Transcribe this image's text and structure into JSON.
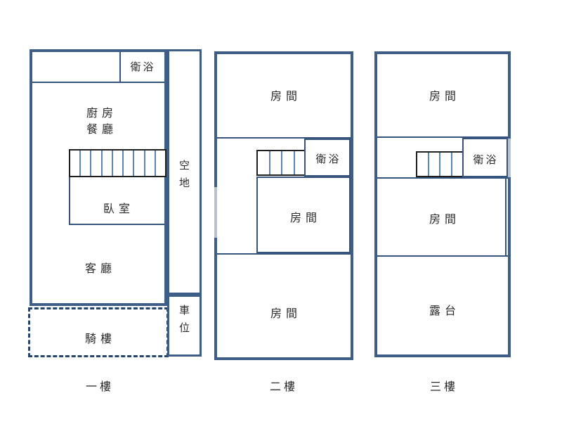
{
  "colors": {
    "wall": "#3e5e87",
    "inner_line": "#35547e",
    "stair_border": "#1f1f1f",
    "stair_hatch": "#5b84b8",
    "dashed_line": "#24456b",
    "text": "#2a2a2a"
  },
  "floor1": {
    "label": "一樓",
    "bathroom": "衛浴",
    "kitchen_line1": "廚房",
    "kitchen_line2": "餐廳",
    "bedroom": "臥室",
    "living_room": "客廳",
    "arcade": "騎樓",
    "open_space_char1": "空",
    "open_space_char2": "地",
    "parking_char1": "車",
    "parking_char2": "位"
  },
  "floor2": {
    "label": "二樓",
    "room_top": "房間",
    "bathroom": "衛浴",
    "room_middle": "房間",
    "room_bottom": "房間"
  },
  "floor3": {
    "label": "三樓",
    "room_top": "房間",
    "bathroom": "衛浴",
    "room_middle": "房間",
    "terrace": "露台"
  },
  "stairs": {
    "floor1_steps": 9,
    "floor2_steps": 4,
    "floor3_steps": 4
  }
}
